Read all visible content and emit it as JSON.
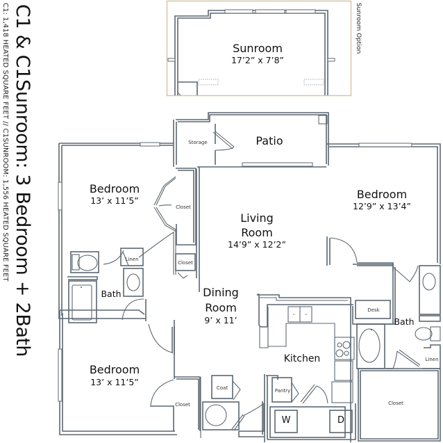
{
  "title": {
    "main": "C1 & C1Sunroom: 3 Bedroom + 2Bath",
    "subtitle": "C1: 1,418 HEATED SQUARE FEET // C1SUNROOM: 1,556 HEATED SQUARE FEET"
  },
  "sunroom_option": {
    "label": "Sunroom Option",
    "border_color": "#d8c4a8",
    "room": {
      "name": "Sunroom",
      "dims": "17’2” x 7’8”"
    }
  },
  "rooms": {
    "storage": {
      "name": "Storage"
    },
    "patio": {
      "name": "Patio"
    },
    "bedroom_nw": {
      "name": "Bedroom",
      "dims": "13’ x 11’5”"
    },
    "living": {
      "name_line1": "Living",
      "name_line2": "Room",
      "dims": "14’9” x 12’2”"
    },
    "bedroom_ne": {
      "name": "Bedroom",
      "dims": "12’9” x 13’4”"
    },
    "closet_nw": {
      "name": "Closet"
    },
    "closet_small": {
      "name": "Closet"
    },
    "linen_w": {
      "name": "Linen"
    },
    "bath_w": {
      "name": "Bath"
    },
    "dining": {
      "name_line1": "Dining",
      "name_line2": "Room",
      "dims": "9’ x 11’"
    },
    "desk": {
      "name": "Desk"
    },
    "bath_e": {
      "name": "Bath"
    },
    "kitchen": {
      "name": "Kitchen"
    },
    "linen_e": {
      "name": "Linen"
    },
    "bedroom_sw": {
      "name": "Bedroom",
      "dims": "13’ x 11’5”"
    },
    "closet_sw": {
      "name": "Closet"
    },
    "coat": {
      "name": "Coat"
    },
    "pantry": {
      "name": "Pantry"
    },
    "closet_se": {
      "name": "Closet"
    }
  },
  "appliances": {
    "washer": "W",
    "dryer": "D"
  },
  "colors": {
    "wall": "#5c6770",
    "text": "#111111",
    "sunroom_border": "#d8c4a8"
  }
}
